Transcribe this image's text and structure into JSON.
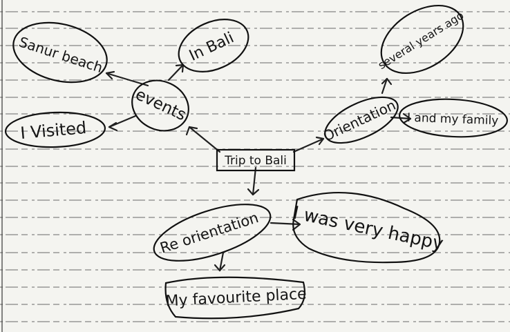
{
  "diagram": {
    "nodes": {
      "center": "Trip to Bali",
      "events": "events",
      "sanur": "Sanur beach",
      "in_bali": "In Bali",
      "visited": "I Visited",
      "orientation": "Orientation",
      "several": "several years ago",
      "family": "I and my family",
      "reorientation": "Re orientation",
      "happy": "I was very happy",
      "favourite": "My favourite place"
    }
  }
}
